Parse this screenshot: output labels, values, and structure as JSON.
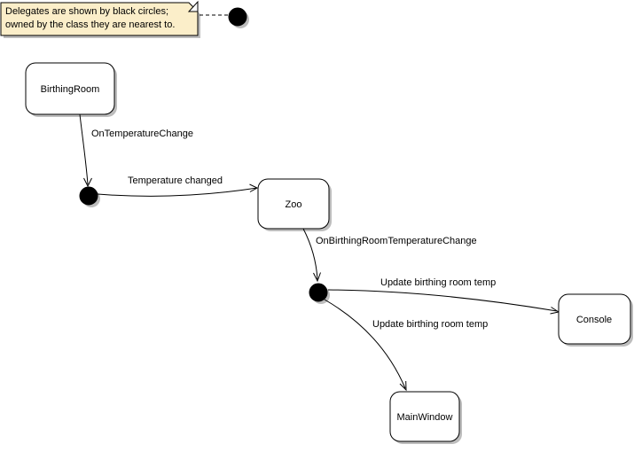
{
  "diagram": {
    "note": {
      "line1": "Delegates are shown by black circles;",
      "line2": "owned by the class they are nearest to."
    },
    "nodes": {
      "birthing_room": {
        "label": "BirthingRoom"
      },
      "zoo": {
        "label": "Zoo"
      },
      "console": {
        "label": "Console"
      },
      "main_window": {
        "label": "MainWindow"
      }
    },
    "edges": {
      "birthingroom_to_delegate": {
        "label": "OnTemperatureChange"
      },
      "delegate_to_zoo": {
        "label": "Temperature changed"
      },
      "zoo_to_delegate": {
        "label": "OnBirthingRoomTemperatureChange"
      },
      "delegate_to_console": {
        "label": "Update birthing room temp"
      },
      "delegate_to_mainwindow": {
        "label": "Update birthing room temp"
      }
    },
    "colors": {
      "note_fill": "#FBEEC9",
      "node_fill": "#FFFFFF",
      "stroke": "#000000",
      "shadow": "#BDBDBD",
      "delegate_fill": "#000000"
    }
  }
}
